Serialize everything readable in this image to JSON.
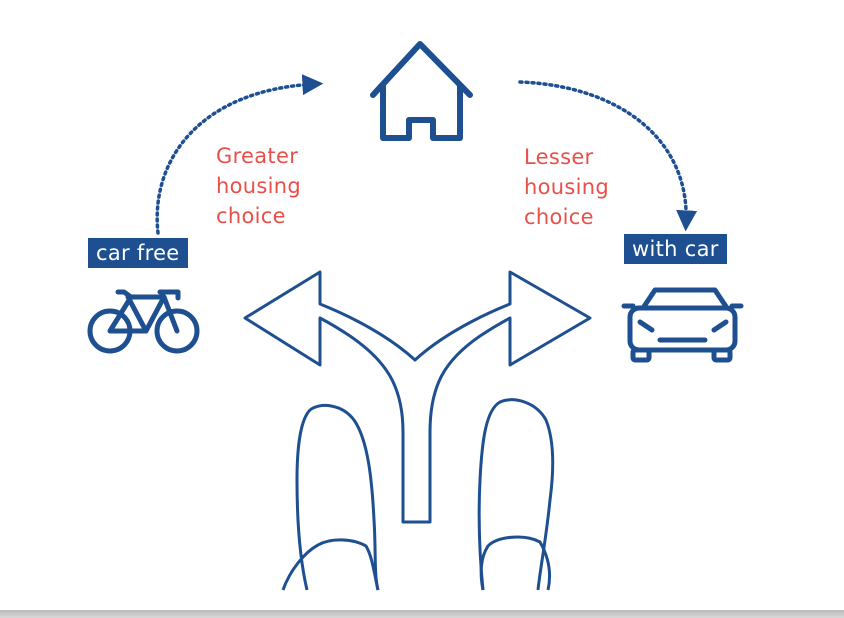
{
  "labels": {
    "car_free": "car free",
    "with_car": "with car"
  },
  "greater": [
    "Greater",
    "housing",
    "choice"
  ],
  "lesser": [
    "Lesser",
    "housing",
    "choice"
  ],
  "colors": {
    "primary_blue": "#1d4f91",
    "accent_red": "#e8504a"
  },
  "icons": [
    "house-icon",
    "bicycle-icon",
    "car-icon",
    "fork-arrow-icon",
    "shoes-icon"
  ]
}
